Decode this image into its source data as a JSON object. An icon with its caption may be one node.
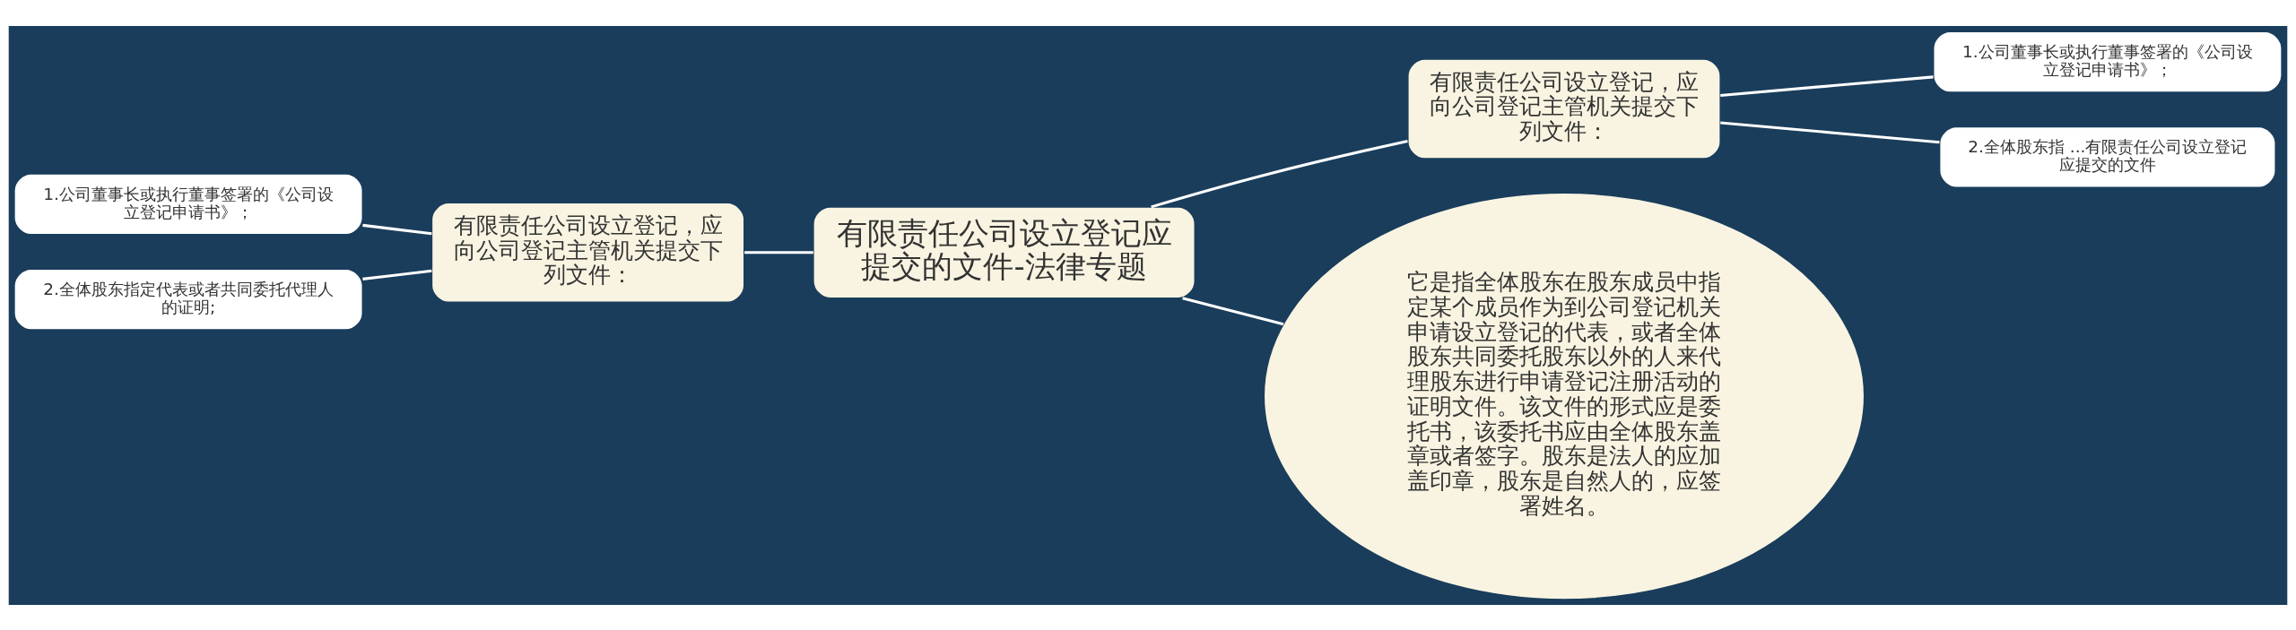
{
  "diagram": {
    "nodes": [
      {
        "text": [
          "有限责任公司设立登记应提交的文件-法律专题"
        ]
      },
      {
        "text": [
          "有限责任公司设立登记，应向公司登记主管机关提交下列文件："
        ]
      },
      {
        "text": [
          "1.公司董事长或执行董事签署的《公司设立登记申请书》；"
        ]
      },
      {
        "text": [
          "2.全体股东指 ...有限责任公司设立登记应提交的文件"
        ]
      },
      {
        "text": [
          "它是指全体股东在股东成员中指定某个成员作为到公司登记机关申请设立登记的代表，或者全体股东共同委托股东以外的人来代理股东进行申请登记注册活动的证明文件。该文件的形式应是委托书，该委托书应由全体股东盖章或者签字。股东是法人的应加盖印章，股东是自然人的，应签署姓名。"
        ]
      },
      {
        "text": [
          "有限责任公司设立登记，应向公司登记主管机关提交下列文件："
        ]
      },
      {
        "text": [
          "1.公司董事长或执行董事签署的《公司设立登记申请书》；"
        ]
      },
      {
        "text": [
          "2.全体股东指定代表或者共同委托代理人的证明;"
        ]
      }
    ],
    "edges": [
      {
        "from": 0,
        "to": 1,
        "arrow": "none"
      },
      {
        "from": 1,
        "to": 2,
        "arrow": "none"
      },
      {
        "from": 1,
        "to": 3,
        "arrow": "none"
      },
      {
        "from": 0,
        "to": 4,
        "arrow": "none"
      },
      {
        "from": 0,
        "to": 5,
        "arrow": "none"
      },
      {
        "from": 5,
        "to": 6,
        "arrow": "none"
      },
      {
        "from": 5,
        "to": 7,
        "arrow": "none"
      }
    ]
  }
}
